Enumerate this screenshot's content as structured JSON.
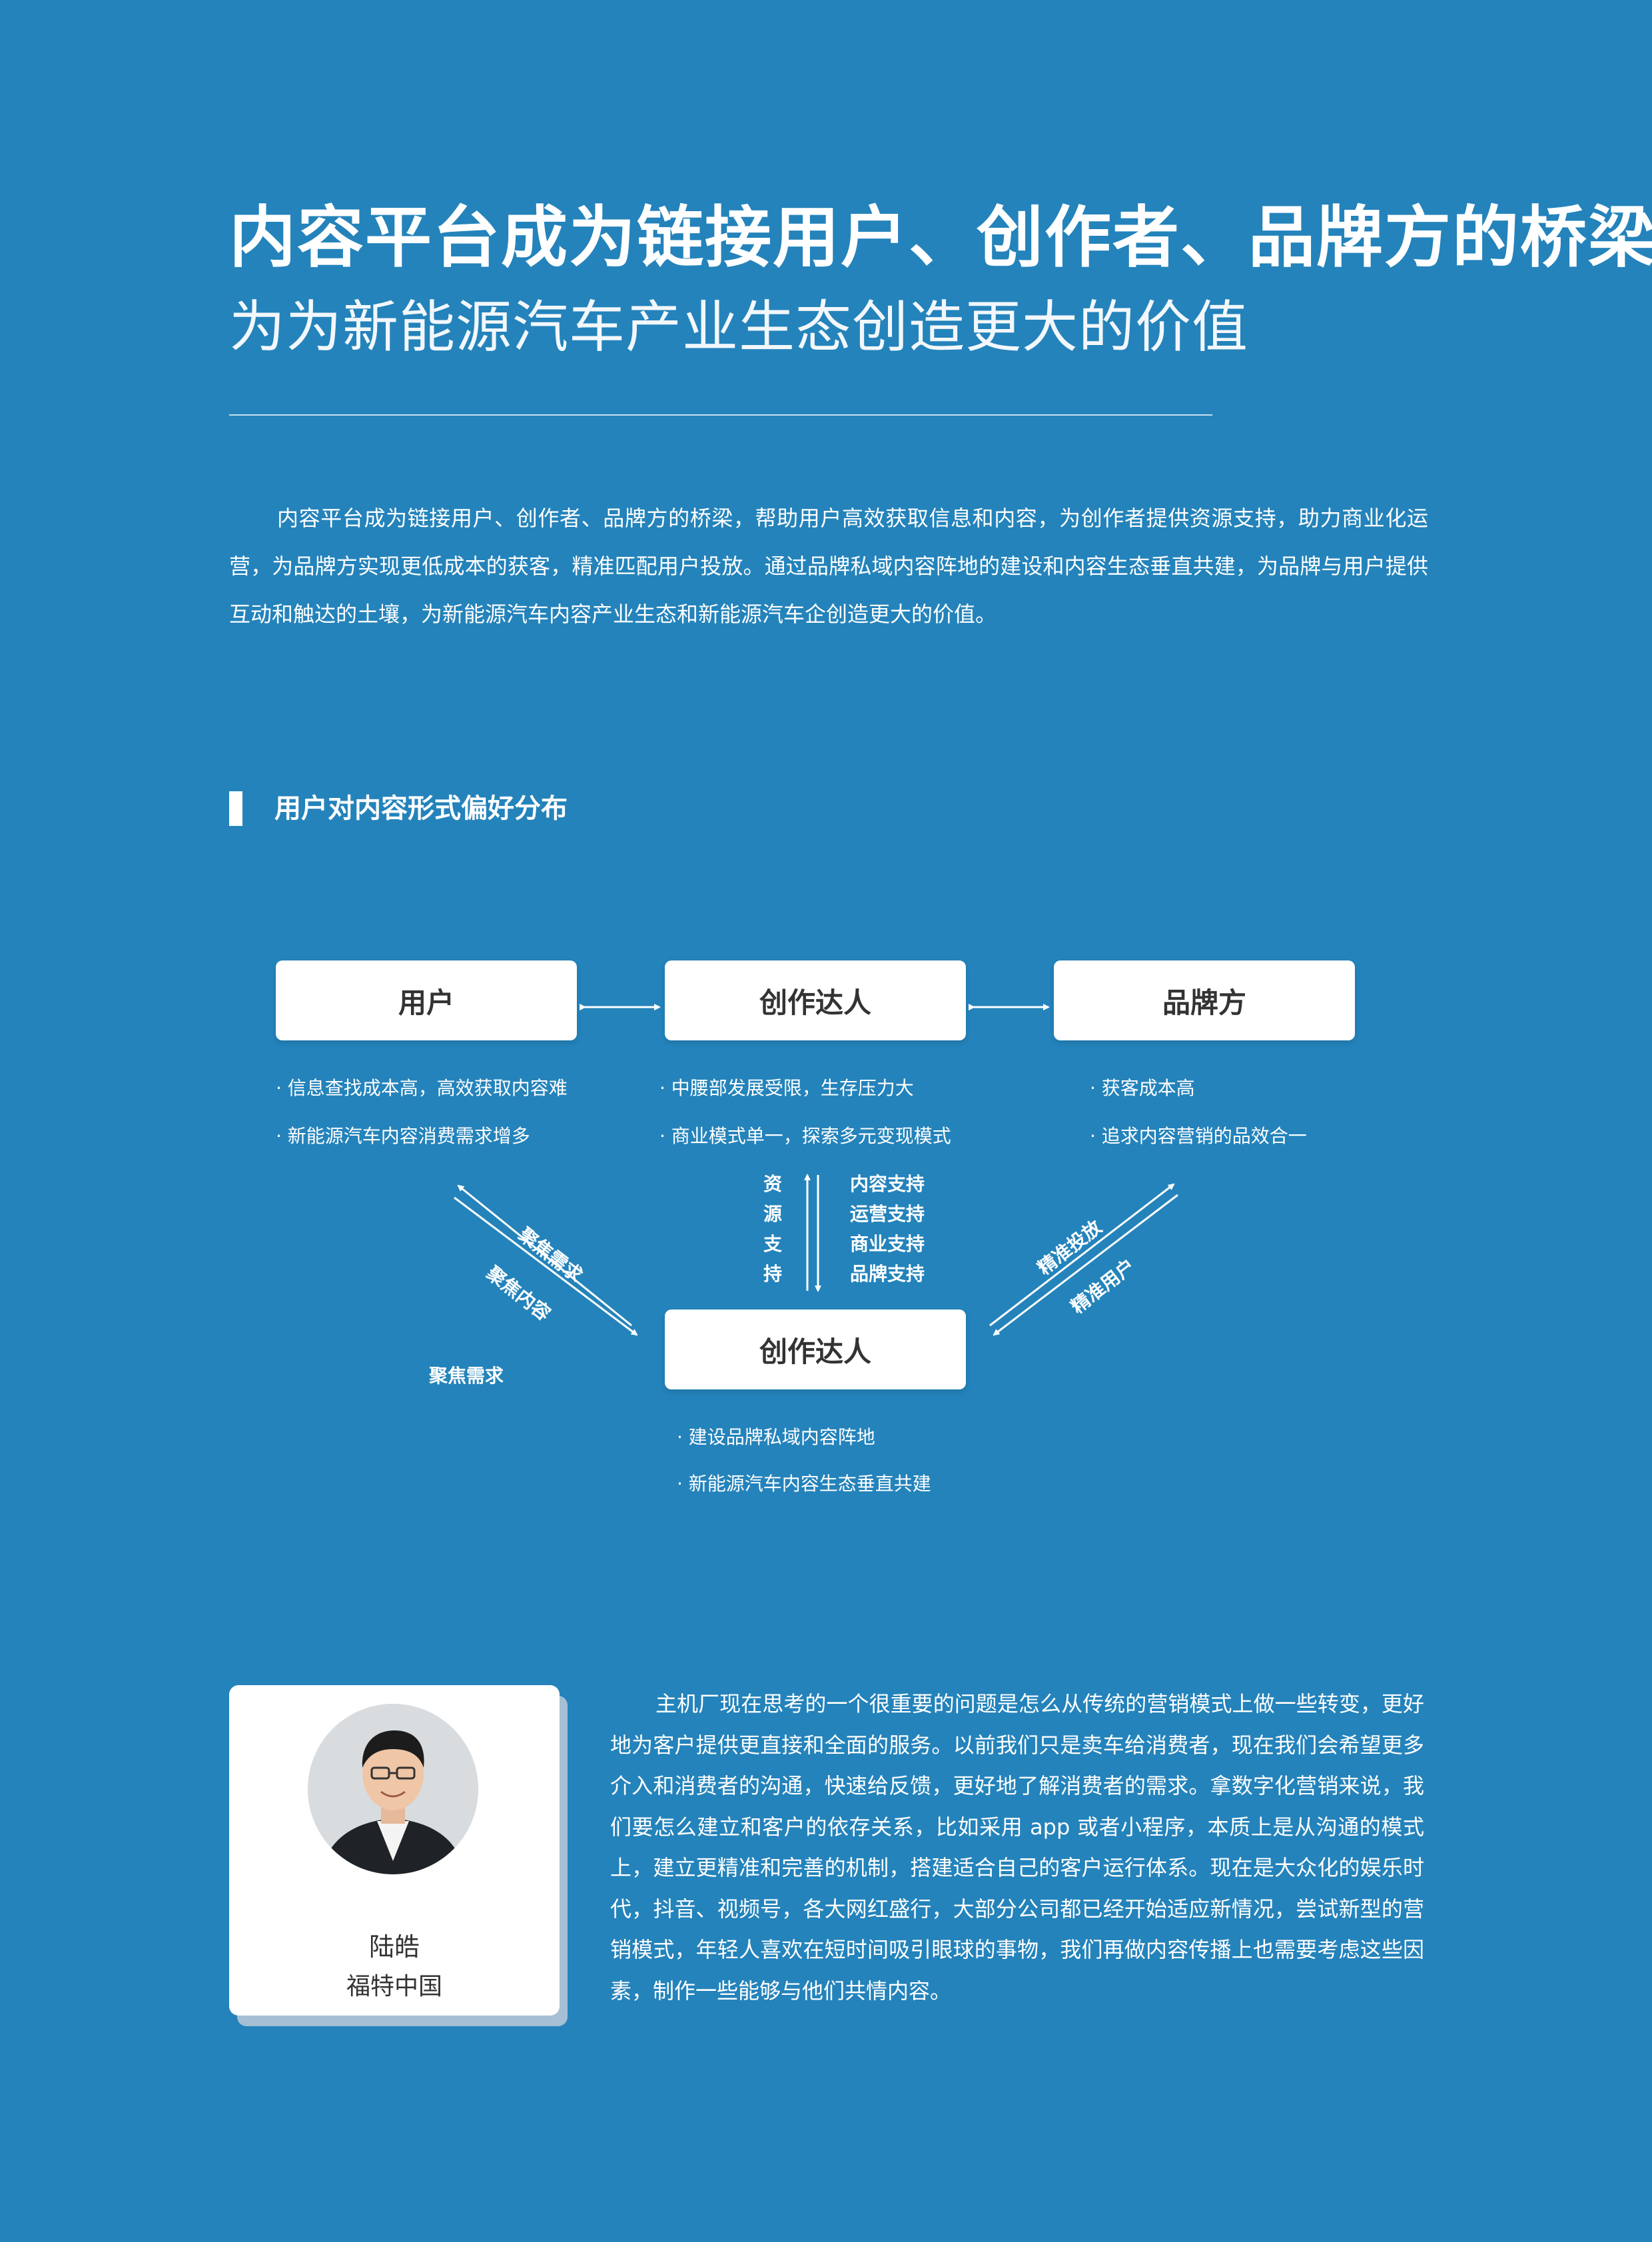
{
  "header": {
    "title": "内容平台成为链接用户、创作者、品牌方的桥梁",
    "subtitle": "为为新能源汽车产业生态创造更大的价值"
  },
  "intro": {
    "paragraph": "内容平台成为链接用户、创作者、品牌方的桥梁，帮助用户高效获取信息和内容，为创作者提供资源支持，助力商业化运营，为品牌方实现更低成本的获客，精准匹配用户投放。通过品牌私域内容阵地的建设和内容生态垂直共建，为品牌与用户提供互动和触达的土壤，为新能源汽车内容产业生态和新能源汽车企创造更大的价值。"
  },
  "section": {
    "title": "用户对内容形式偏好分布"
  },
  "diagram": {
    "nodes": {
      "user": "用户",
      "creator_top": "创作达人",
      "brand": "品牌方",
      "creator_bottom": "创作达人"
    },
    "user_points": [
      "· 信息查找成本高，高效获取内容难",
      "· 新能源汽车内容消费需求增多"
    ],
    "creator_points": [
      "· 中腰部发展受限，生存压力大",
      "· 商业模式单一，探索多元变现模式"
    ],
    "brand_points": [
      "· 获客成本高",
      "· 追求内容营销的品效合一"
    ],
    "platform_points": [
      "· 建设品牌私域内容阵地",
      "· 新能源汽车内容生态垂直共建"
    ],
    "left_arrow_labels": [
      "聚焦需求",
      "聚焦内容"
    ],
    "left_bottom_label": "聚焦需求",
    "right_arrow_labels": [
      "精准投放",
      "精准用户"
    ],
    "center_left_label": [
      "资",
      "源",
      "支",
      "持"
    ],
    "center_right_labels": [
      "内容支持",
      "运营支持",
      "商业支持",
      "品牌支持"
    ]
  },
  "quote": {
    "name": "陆皓",
    "org": "福特中国",
    "text": "主机厂现在思考的一个很重要的问题是怎么从传统的营销模式上做一些转变，更好地为客户提供更直接和全面的服务。以前我们只是卖车给消费者，现在我们会希望更多介入和消费者的沟通，快速给反馈，更好地了解消费者的需求。拿数字化营销来说，我们要怎么建立和客户的依存关系，比如采用 app 或者小程序，本质上是从沟通的模式上，建立更精准和完善的机制，搭建适合自己的客户运行体系。现在是大众化的娱乐时代，抖音、视频号，各大网红盛行，大部分公司都已经开始适应新情况，尝试新型的营销模式，年轻人喜欢在短时间吸引眼球的事物，我们再做内容传播上也需要考虑这些因素，制作一些能够与他们共情内容。"
  },
  "colors": {
    "background": "#2483bb",
    "box": "#ffffff",
    "box_text": "#333333"
  }
}
